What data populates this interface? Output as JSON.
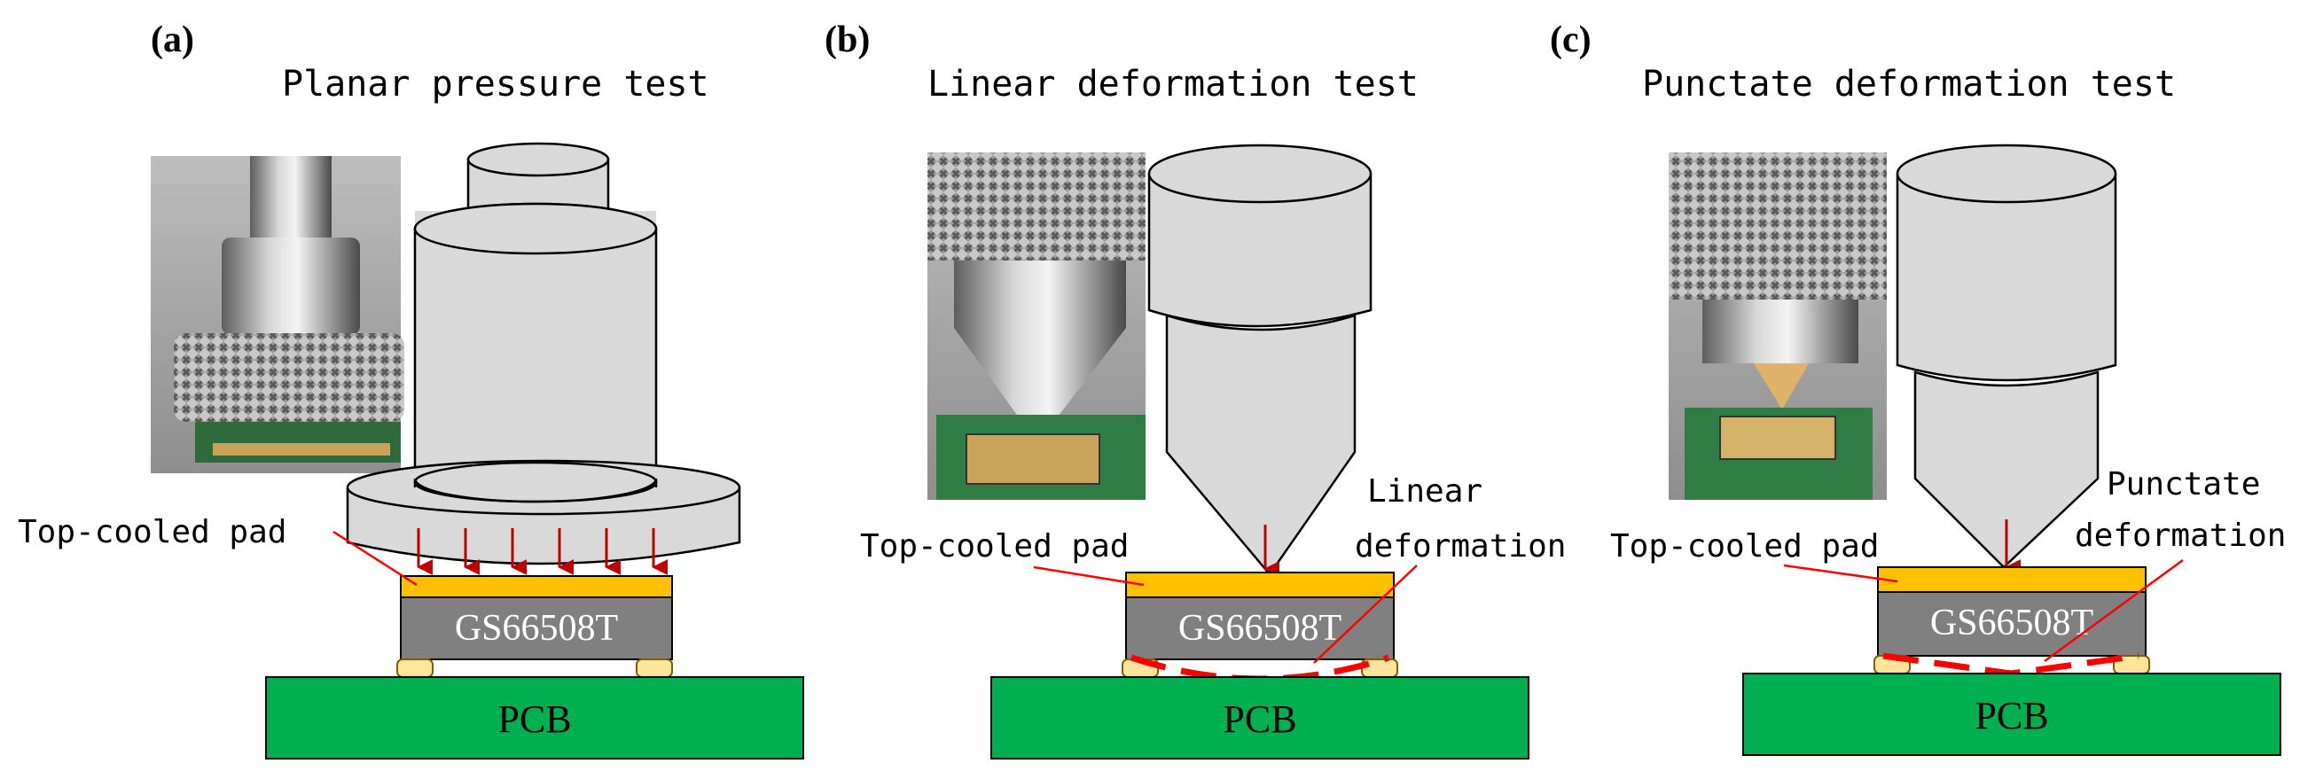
{
  "panels": [
    {
      "label": "(a)",
      "title": "Planar pressure test",
      "pad_label": "Top-cooled pad",
      "chip_label": "GS66508T",
      "pcb_label": "PCB"
    },
    {
      "label": "(b)",
      "title": "Linear deformation test",
      "pad_label": "Top-cooled pad",
      "deform_label_1": "Linear",
      "deform_label_2": "deformation",
      "chip_label": "GS66508T",
      "pcb_label": "PCB"
    },
    {
      "label": "(c)",
      "title": "Punctate deformation test",
      "pad_label": "Top-cooled pad",
      "deform_label_1": "Punctate",
      "deform_label_2": "deformation",
      "chip_label": "GS66508T",
      "pcb_label": "PCB"
    }
  ],
  "colors": {
    "tool_fill": "#d9d9d9",
    "pad": "#ffc000",
    "chip": "#808080",
    "pcb": "#00b050",
    "arrow": "#c00000",
    "deform": "#ff0000"
  }
}
